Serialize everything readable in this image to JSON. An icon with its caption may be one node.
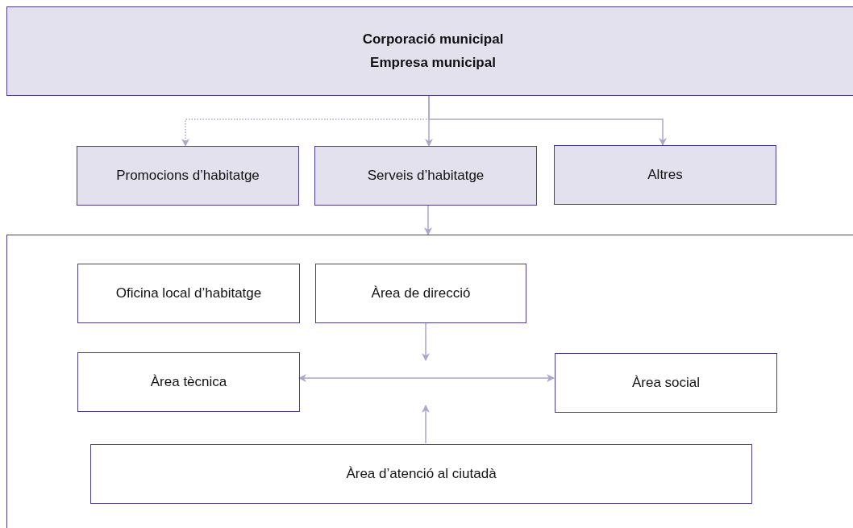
{
  "diagram": {
    "nodes": [
      {
        "text": [
          "Corporació municipal",
          "Empresa municipal"
        ]
      },
      {
        "text": [
          "Promocions d’habitatge"
        ]
      },
      {
        "text": [
          "Serveis d’habitatge"
        ]
      },
      {
        "text": [
          "Altres"
        ]
      },
      {
        "text": [],
        "shape": "box"
      },
      {
        "text": [
          "Oficina local d’habitatge"
        ],
        "in": 4
      },
      {
        "text": [
          "Àrea de direcció"
        ],
        "in": 4
      },
      {
        "text": [
          "Àrea tècnica"
        ],
        "in": 4
      },
      {
        "text": [
          "Àrea social"
        ],
        "in": 4
      },
      {
        "text": [
          "Àrea d’atenció al ciutadà"
        ],
        "in": 4
      }
    ],
    "edges": [
      {
        "from": 0,
        "to": 1,
        "arrow": "to",
        "style": "dashed"
      },
      {
        "from": 0,
        "to": 2,
        "arrow": "to"
      },
      {
        "from": 0,
        "to": 3,
        "arrow": "to"
      },
      {
        "from": 2,
        "to": 4,
        "arrow": "to"
      },
      {
        "from": 6,
        "to": null,
        "arrow": "to"
      },
      {
        "from": 7,
        "to": 8,
        "arrow": "both"
      },
      {
        "from": 9,
        "to": null,
        "arrow": "to"
      }
    ]
  }
}
